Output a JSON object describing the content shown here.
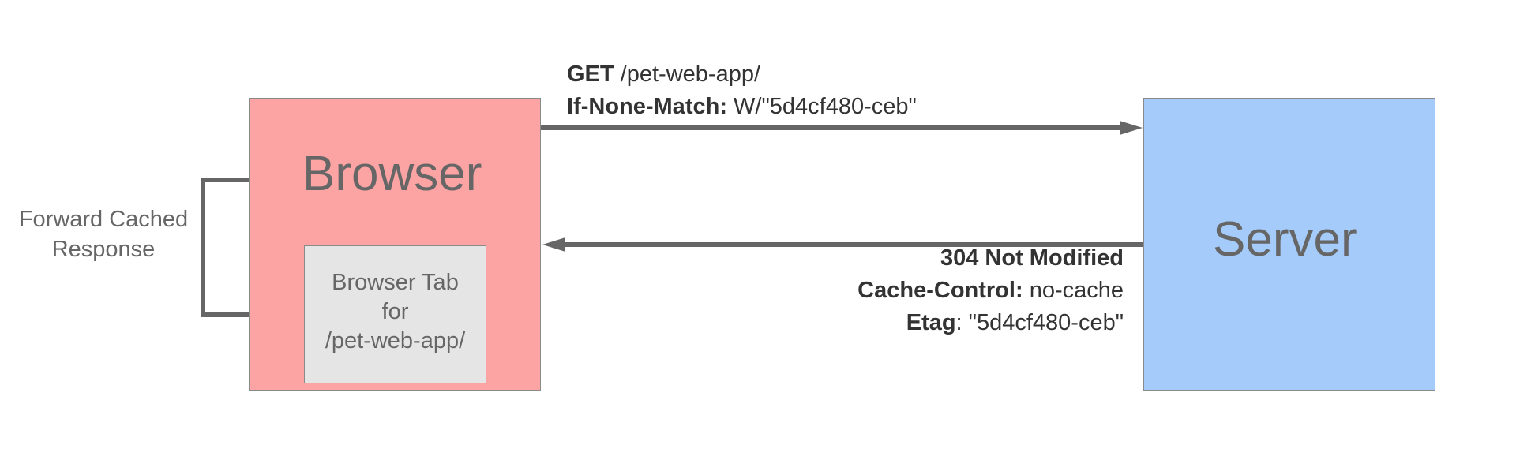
{
  "nodes": {
    "browser": {
      "label": "Browser",
      "color": "#fca3a4"
    },
    "server": {
      "label": "Server",
      "color": "#a5cbfa"
    },
    "browser_tab": {
      "lines": [
        "Browser Tab",
        "for",
        "/pet-web-app/"
      ],
      "color": "#e5e5e5"
    }
  },
  "self_loop": {
    "lines": [
      "Forward Cached",
      "Response"
    ]
  },
  "request": {
    "method": "GET",
    "path": "/pet-web-app/",
    "header_name": "If-None-Match:",
    "header_value": "W/\"5d4cf480-ceb\""
  },
  "response": {
    "status": "304 Not Modified",
    "cache_control_name": "Cache-Control:",
    "cache_control_value": "no-cache",
    "etag_name": "Etag",
    "etag_value": ": \"5d4cf480-ceb\""
  },
  "colors": {
    "arrow": "#666666",
    "text": "#333333",
    "label": "#666666"
  }
}
